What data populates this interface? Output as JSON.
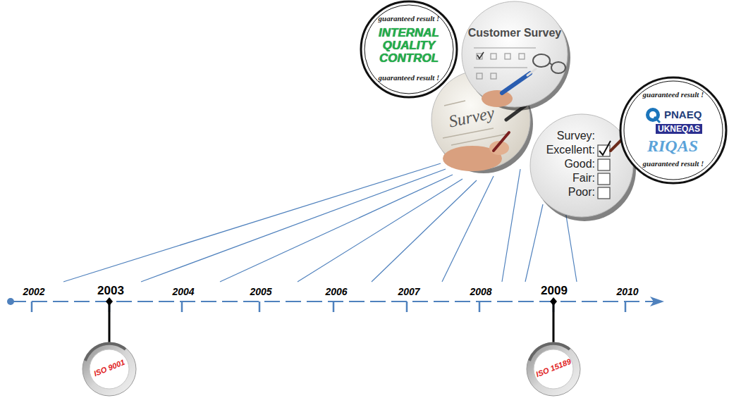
{
  "diagram": {
    "nodes": [
      {
        "text": [
          "guaranteed result !",
          "INTERNAL QUALITY CONTROL",
          "guaranteed result !"
        ]
      },
      {
        "text": [
          "Customer Survey"
        ]
      },
      {
        "text": [
          "Survey"
        ]
      },
      {
        "text": [
          "Survey:",
          "Excellent:",
          "Good:",
          "Fair:",
          "Poor:"
        ]
      },
      {
        "text": [
          "guaranteed result !",
          "PNAEQ",
          "UKNEQAS",
          "RIQAS",
          "guaranteed result !"
        ]
      },
      {
        "text": [
          "ISO 9001"
        ]
      },
      {
        "text": [
          "ISO 15189"
        ]
      }
    ],
    "labels": [
      "2002",
      "2003",
      "2004",
      "2005",
      "2006",
      "2007",
      "2008",
      "2009",
      "2010"
    ]
  }
}
